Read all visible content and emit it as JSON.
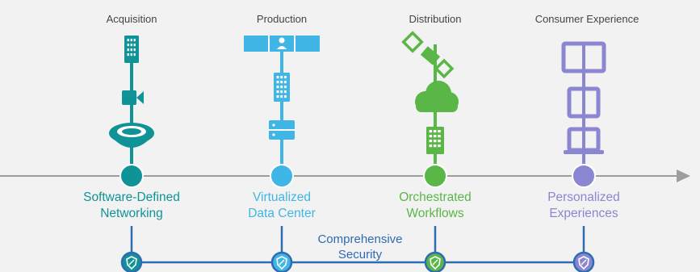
{
  "stages": [
    {
      "key": "acquisition",
      "title": "Acquisition",
      "color": "#0f9397",
      "label_line1": "Software-Defined",
      "label_line2": "Networking",
      "icons": [
        "building-icon",
        "video-camera-icon",
        "stadium-icon"
      ]
    },
    {
      "key": "production",
      "title": "Production",
      "color": "#3fb6e5",
      "label_line1": "Virtualized",
      "label_line2": "Data Center",
      "icons": [
        "media-strip-icon",
        "building-icon",
        "server-icon"
      ]
    },
    {
      "key": "distribution",
      "title": "Distribution",
      "color": "#5ab646",
      "label_line1": "Orchestrated",
      "label_line2": "Workflows",
      "icons": [
        "satellite-icon",
        "cloud-icon",
        "building-icon"
      ]
    },
    {
      "key": "consumer",
      "title": "Consumer Experience",
      "color": "#8a86d1",
      "label_line1": "Personalized",
      "label_line2": "Experiences",
      "icons": [
        "monitor-icon",
        "tablet-icon",
        "laptop-icon"
      ]
    }
  ],
  "security": {
    "line1": "Comprehensive",
    "line2": "Security",
    "color": "#2e6bb0"
  },
  "timeline_color": "#9d9d9d"
}
